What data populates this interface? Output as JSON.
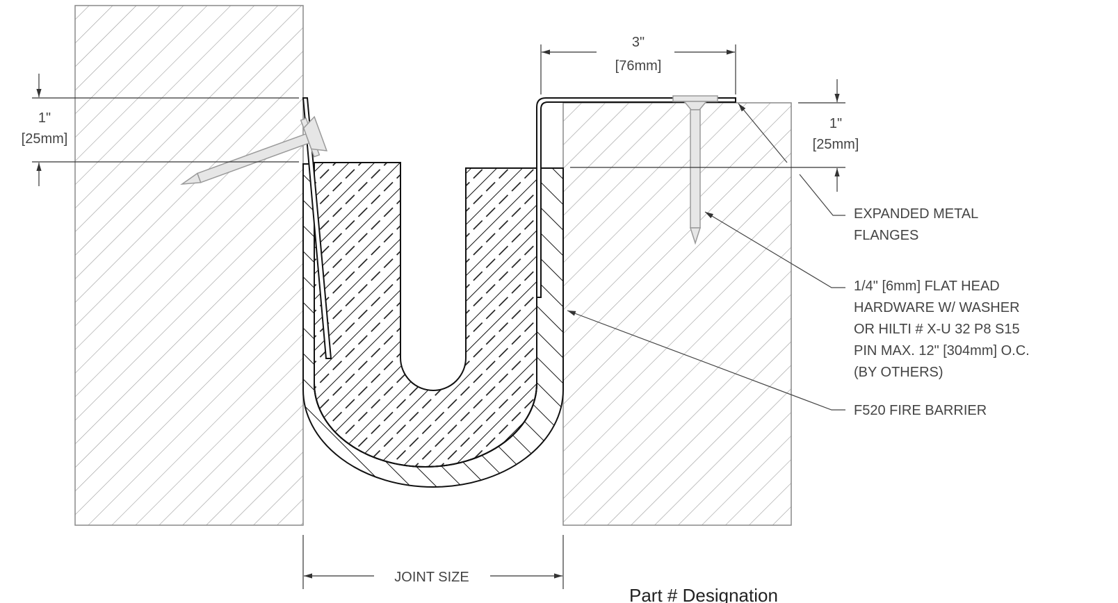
{
  "dimensions": {
    "top_width": {
      "imperial": "3\"",
      "metric": "[76mm]"
    },
    "left_depth": {
      "imperial": "1\"",
      "metric": "[25mm]"
    },
    "right_depth": {
      "imperial": "1\"",
      "metric": "[25mm]"
    },
    "joint": "JOINT SIZE"
  },
  "callouts": [
    {
      "lines": [
        "EXPANDED METAL",
        "FLANGES"
      ]
    },
    {
      "lines": [
        "1/4\" [6mm] FLAT HEAD",
        "HARDWARE W/ WASHER",
        "OR HILTI # X-U 32 P8 S15",
        "PIN MAX. 12\" [304mm] O.C.",
        "(BY OTHERS)"
      ]
    },
    {
      "lines": [
        "F520 FIRE BARRIER"
      ]
    }
  ],
  "footer": {
    "part_designation": "Part # Designation"
  },
  "colors": {
    "concrete_outline": "#888888",
    "linework": "#111111",
    "text": "#444444",
    "hardware": "#9a9a9a"
  }
}
